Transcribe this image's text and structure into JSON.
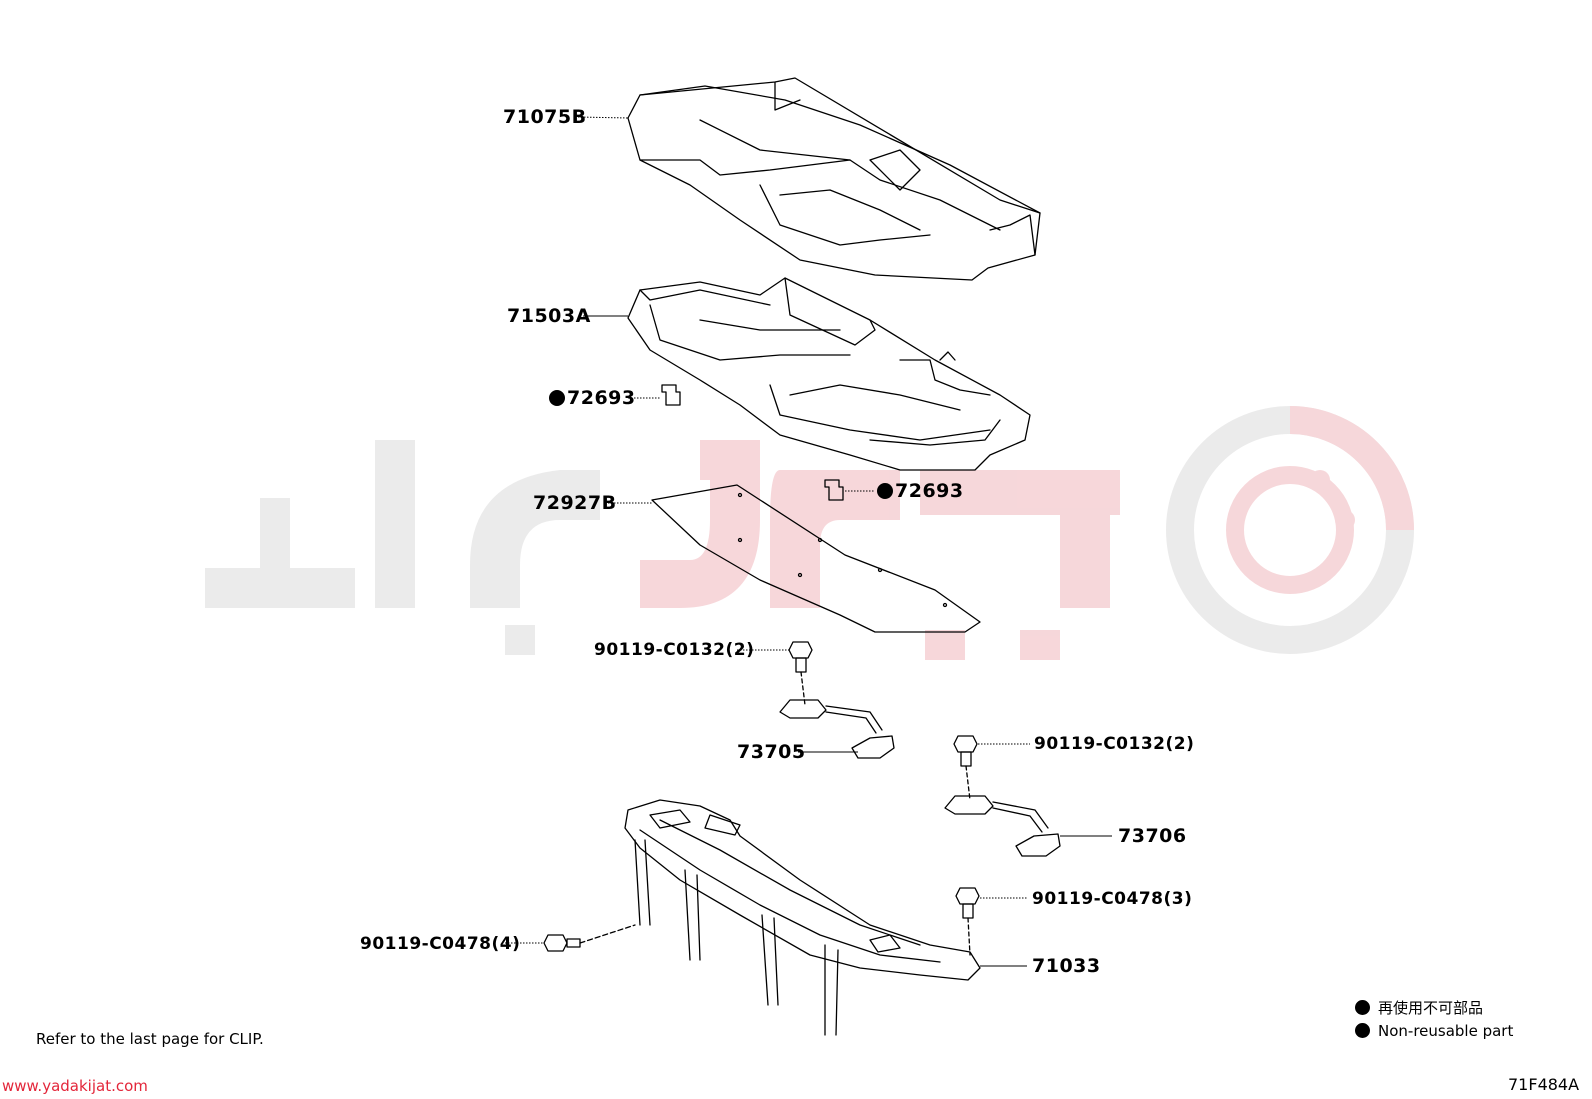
{
  "parts": {
    "cover": "71075B",
    "pad": "71503A",
    "clip_upper": "72693",
    "clip_lower": "72693",
    "mat": "72927B",
    "bolt_left_hook": "90119-C0132(2)",
    "hook_left": "73705",
    "bolt_right_hook": "90119-C0132(2)",
    "hook_right": "73706",
    "bolt_frame_right": "90119-C0478(3)",
    "frame": "71033",
    "bolt_frame_left": "90119-C0478(4)"
  },
  "notes": {
    "clip_reference": "Refer to the last page for CLIP."
  },
  "legend": {
    "japanese": "再使用不可部品",
    "english": "Non-reusable part"
  },
  "watermark": {
    "url": "www.yadakijat.com",
    "color": "#e3263a"
  },
  "figure_id": "71F484A"
}
